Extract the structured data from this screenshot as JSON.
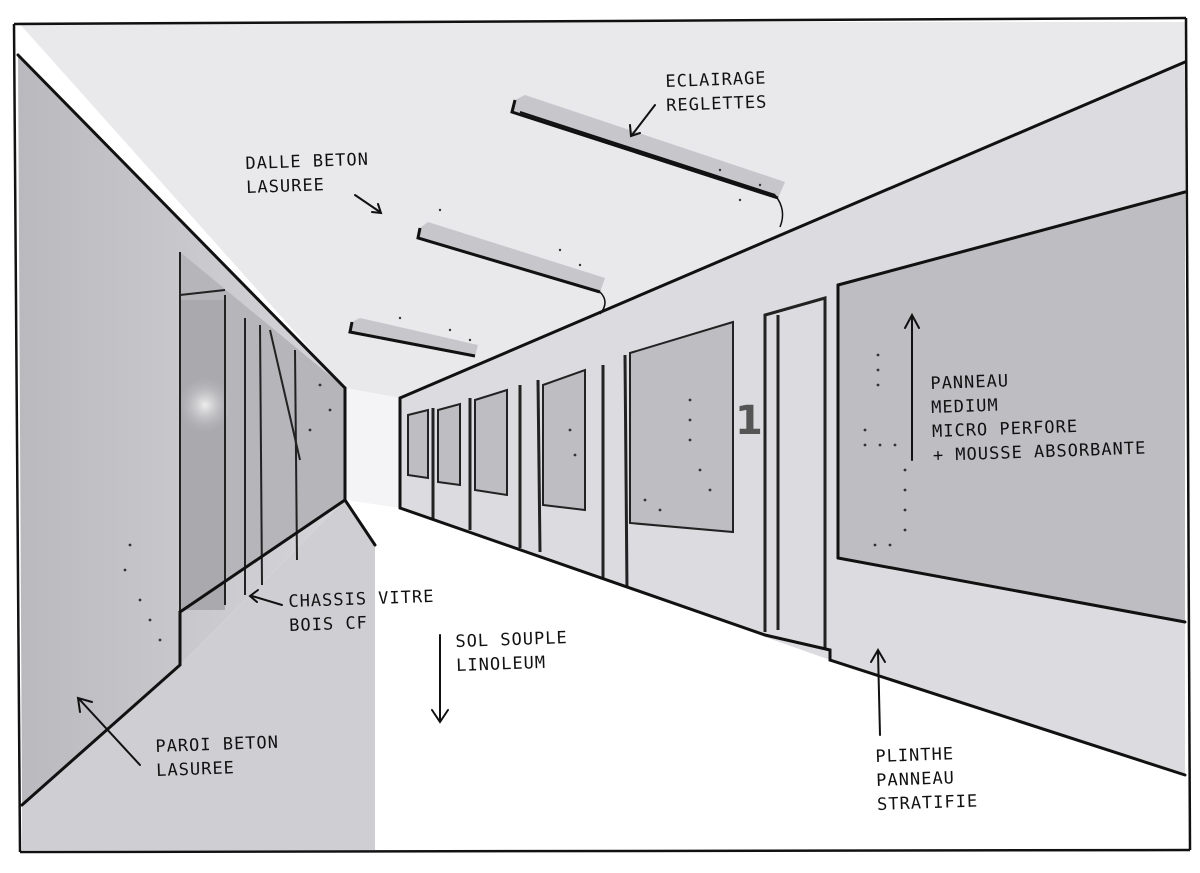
{
  "annotations": {
    "ceiling_slab": "DALLE BETON\nLASUREE",
    "lighting": "ECLAIRAGE\nREGLETTES",
    "panel": "PANNEAU\nMEDIUM\nMICRO PERFORE\n+ MOUSSE ABSORBANTE",
    "glazed_frame": "CHASSIS VITRE\nBOIS CF",
    "floor": "SOL SOUPLE\nLINOLEUM",
    "left_wall": "PAROI BETON\nLASUREE",
    "plinth": "PLINTHE\nPANNEAU\nSTRATIFIE"
  },
  "door_number": "1",
  "colors": {
    "wall_grey": "#c8c8cc",
    "panel_grey": "#bdbdc2",
    "light_grey": "#dcdce0",
    "ink": "#111111"
  }
}
